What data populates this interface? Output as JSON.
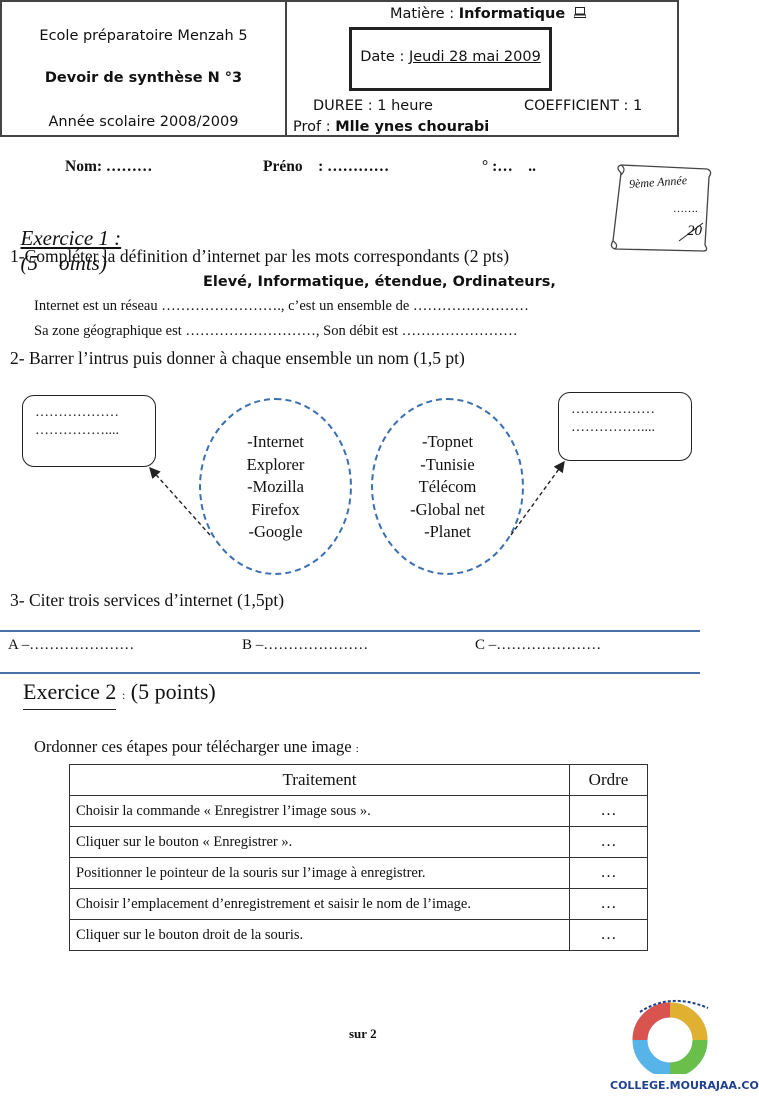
{
  "header": {
    "school": "Ecole préparatoire Menzah 5",
    "exam": "Devoir de synthèse N °3",
    "year": "Année scolaire 2008/2009",
    "subject_label": "Matière :",
    "subject": "Informatique",
    "date_label": "Date :",
    "date": "Jeudi 28 mai 2009",
    "duration": "DUREE : 1 heure",
    "coefficient": "COEFFICIENT : 1",
    "prof_label": "Prof :",
    "prof": "Mlle ynes chourabi"
  },
  "student": {
    "nom": "Nom: ………",
    "prenom": "Préno    : …………",
    "num": "° :…    .."
  },
  "grade": {
    "class": "9ème Année",
    "dots": "…….",
    "total": "20"
  },
  "ex1": {
    "title": "Exercice 1 :",
    "points": "(5    oints)",
    "q1": "1-Compléter la définition d’internet par  les mots correspondants (2 pts)",
    "words": "Elevé, Informatique, étendue, Ordinateurs,",
    "line1": "Internet est un réseau ……………………., c’est un ensemble de ……………………",
    "line2": "Sa zone géographique est ………………………, Son débit est ……………………",
    "q2": "2- Barrer l’intrus puis donner à chaque ensemble un nom (1,5 pt)",
    "box_left": [
      "………………",
      "……………...."
    ],
    "box_right": [
      "………………",
      "……………...."
    ],
    "set1": [
      "-Internet",
      "Explorer",
      "-Mozilla",
      "Firefox",
      "-Google"
    ],
    "set2": [
      "-Topnet",
      "-Tunisie",
      "Télécom",
      "-Global net",
      "-Planet"
    ],
    "q3": "3- Citer trois services d’internet (1,5pt)",
    "services": [
      "A –…………………",
      "B –…………………",
      "C –…………………"
    ]
  },
  "ex2": {
    "title": "Exercice 2",
    "sep": ":",
    "points": "(5 points)",
    "instruction": "Ordonner ces étapes pour télécharger une image",
    "instruction_end": ":",
    "col1": "Traitement",
    "col2": "Ordre",
    "rows": [
      {
        "step": "Choisir la commande « Enregistrer l’image sous ».",
        "order": "…"
      },
      {
        "step": "Cliquer sur le bouton « Enregistrer ».",
        "order": "…"
      },
      {
        "step": "Positionner le pointeur de la souris sur l’image à enregistrer.",
        "order": "…"
      },
      {
        "step": "Choisir l’emplacement d’enregistrement et saisir le nom de l’image.",
        "order": "…"
      },
      {
        "step": "Cliquer sur le bouton droit de la souris.",
        "order": "…"
      }
    ]
  },
  "footer": {
    "page": "sur 2",
    "logo_text": "COLLEGE.MOURAJAA.COM"
  },
  "colors": {
    "ellipse_border": "#3a6fb0",
    "rule_blue": "#4a6fa5",
    "logo_text": "#1f3f8f"
  },
  "icons": [
    "computer-icon",
    "scroll-icon",
    "college-logo-icon"
  ]
}
